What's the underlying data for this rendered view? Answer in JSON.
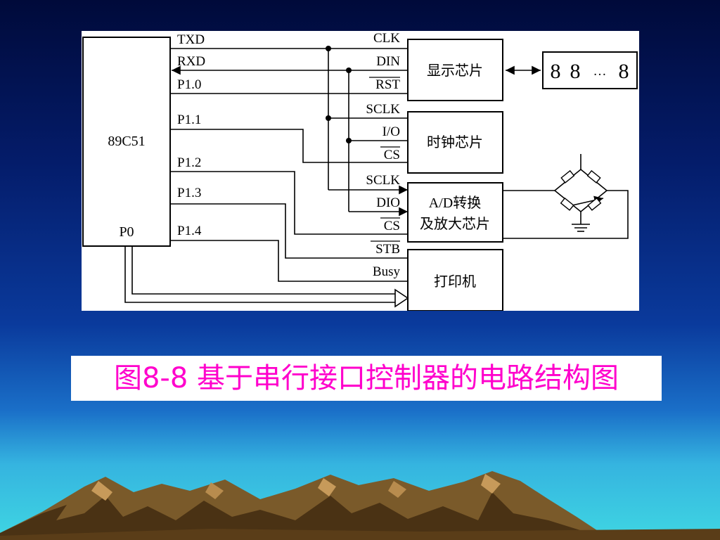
{
  "diagram": {
    "mcu": {
      "name": "89C51",
      "port": "P0"
    },
    "mcu_pins": [
      "TXD",
      "RXD",
      "P1.0",
      "P1.1",
      "P1.2",
      "P1.3",
      "P1.4"
    ],
    "display_chip": {
      "name": "显示芯片",
      "pins": [
        "CLK",
        "DIN",
        "RST"
      ]
    },
    "clock_chip": {
      "name": "时钟芯片",
      "pins": [
        "SCLK",
        "I/O",
        "CS"
      ]
    },
    "adc_chip": {
      "name_line1": "A/D转换",
      "name_line2": "及放大芯片",
      "pins": [
        "SCLK",
        "DIO",
        "CS"
      ]
    },
    "printer": {
      "name": "打印机",
      "pins": [
        "STB",
        "Busy"
      ]
    },
    "seven_segment": {
      "digit1": "8",
      "digit2": "8",
      "ellipsis": "…",
      "digit3": "8"
    }
  },
  "caption": "图8-8  基于串行接口控制器的电路结构图"
}
